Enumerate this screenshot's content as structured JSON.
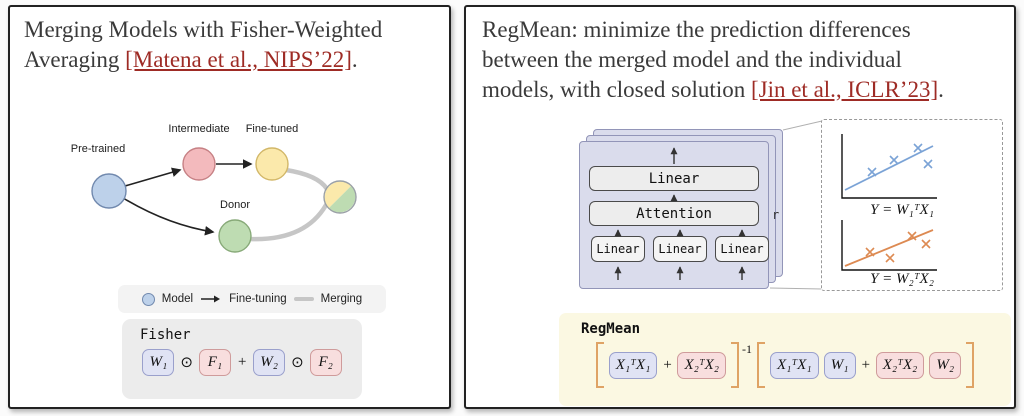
{
  "left_panel": {
    "title": {
      "line1": "Merging Models with Fisher-Weighted",
      "line2_prefix": "Averaging ",
      "link": "[Matena et al., NIPS’22]",
      "suffix": "."
    },
    "diagram": {
      "node_labels": {
        "pretrained": "Pre-trained",
        "intermediate": "Intermediate",
        "finetuned": "Fine-tuned",
        "donor": "Donor"
      },
      "legend": {
        "model": "Model",
        "finetuning": "Fine-tuning",
        "merging": "Merging"
      }
    },
    "formula": {
      "label": "Fisher",
      "w1": "W₁",
      "odot1": "⊙",
      "f1": "F₁",
      "plus": "+",
      "w2": "W₂",
      "odot2": "⊙",
      "f2": "F₂"
    }
  },
  "right_panel": {
    "title": {
      "line1": "RegMean: minimize the prediction differences",
      "line2": "between the merged model and the individual",
      "line3_prefix": "models, with closed solution ",
      "link": "[Jin et al., ICLR’23]",
      "suffix": "."
    },
    "stack": {
      "linear_top": "Linear",
      "attention": "Attention",
      "linear_1": "Linear",
      "linear_2": "Linear",
      "linear_3": "Linear",
      "clipped": "r"
    },
    "plots": {
      "top_label": "Y = W₁ᵀX₁",
      "bottom_label": "Y = W₂ᵀX₂"
    },
    "formula": {
      "label": "RegMean",
      "t1": "X₁ᵀX₁",
      "plus1": "+",
      "t2": "X₂ᵀX₂",
      "exponent": "-1",
      "t3": "X₁ᵀX₁",
      "t4": "W₁",
      "plus2": "+",
      "t5": "X₂ᵀX₂",
      "t6": "W₂"
    }
  },
  "colors": {
    "citation_link": "#9e2b25",
    "node_blue": "#bdd1ea",
    "node_pink": "#f3babd",
    "node_yellow": "#fbe9ab",
    "node_green": "#bedcb2",
    "merging_line": "#c6c6c6",
    "lavender_term": "#e0e3f4",
    "pink_term": "#f8dede",
    "stack_panel": "#dadcec",
    "regmean_bg": "#fbf8e2",
    "bracket": "#dfa365",
    "plot_blue": "#7ba3d6",
    "plot_orange": "#dd8a52"
  }
}
